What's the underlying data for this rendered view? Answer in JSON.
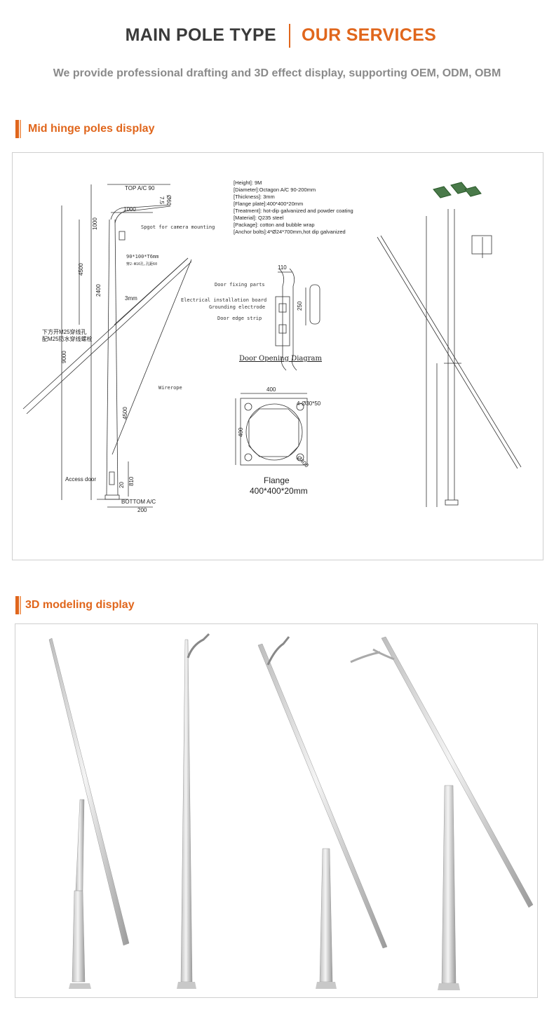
{
  "header": {
    "title_left": "MAIN POLE TYPE",
    "title_right": "OUR SERVICES",
    "subtitle": "We provide professional drafting and 3D effect display, supporting OEM, ODM, OBM"
  },
  "sections": [
    {
      "label": "Mid hinge poles display"
    },
    {
      "label": "3D modeling display"
    }
  ],
  "drawing": {
    "labels": {
      "top": "TOP A/C 90",
      "bottom": "BOTTOM A/C",
      "d1000": "1000",
      "d1000b": "1000",
      "d4500": "4500",
      "d2400": "2400",
      "d9000": "9000",
      "d4500b": "4500",
      "d200": "200",
      "d810": "810",
      "d20": "20",
      "d060": "Ø60",
      "d75": "7.5",
      "spigot": "Spgot for camera mounting",
      "spec90": "90*100*T6mm",
      "spec90b": "穿2-Φ16孔,孔距60",
      "mm3": "3mm",
      "chinese1": "下方开M25穿线孔",
      "chinese2": "配M25防水穿线螺栓",
      "wirerope": "Wirerope",
      "access": "Access door"
    },
    "specs": [
      "[Height]: 9M",
      "[Diameter]:Octagon A/C 90-200mm",
      "[Thickness]: 3mm",
      "[Flange plate]:400*400*20mm",
      "[Treatment]:  hot-dip galvanized and powder coating",
      "[Material]: Q235 steel",
      "[Package]: cotton and bubble wrap",
      "[Anchor bolts]:4*Ø24*700mm,hot dip galvanized"
    ],
    "door": {
      "w110": "110",
      "h250": "250",
      "p1": "Door fixing parts",
      "p2": "Electrical installation board",
      "p3": "Grounding electrode",
      "p4": "Door edge strip",
      "caption": "Door Opening Diagram"
    },
    "flange": {
      "w400": "400",
      "h400": "400",
      "holes": "4-Ø30*50",
      "d400": "Ø400",
      "caption1": "Flange",
      "caption2": "400*400*20mm"
    }
  },
  "colors": {
    "accent": "#e0661c",
    "title": "#3a3a3a",
    "subtitle": "#8a8a8a"
  }
}
